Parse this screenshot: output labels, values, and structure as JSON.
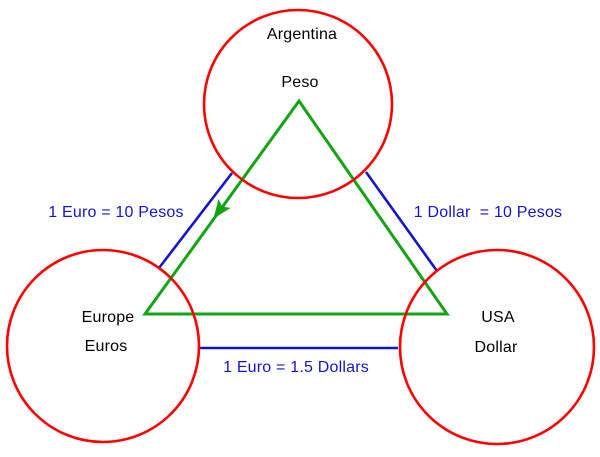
{
  "nodes": {
    "argentina": {
      "country": "Argentina",
      "currency": "Peso"
    },
    "europe": {
      "country": "Europe",
      "currency": "Euros"
    },
    "usa": {
      "country": "USA",
      "currency": "Dollar"
    }
  },
  "rates": {
    "euro_to_peso": "1 Euro = 10 Pesos",
    "dollar_to_peso": "1 Dollar  = 10 Pesos",
    "euro_to_dollar": "1 Euro = 1.5 Dollars"
  },
  "colors": {
    "node_outline": "#fe0000",
    "rate_line": "#1414cc",
    "rate_text": "#1414cc",
    "flow_line": "#12a412",
    "node_text": "#000000",
    "background": "#ffffff"
  }
}
